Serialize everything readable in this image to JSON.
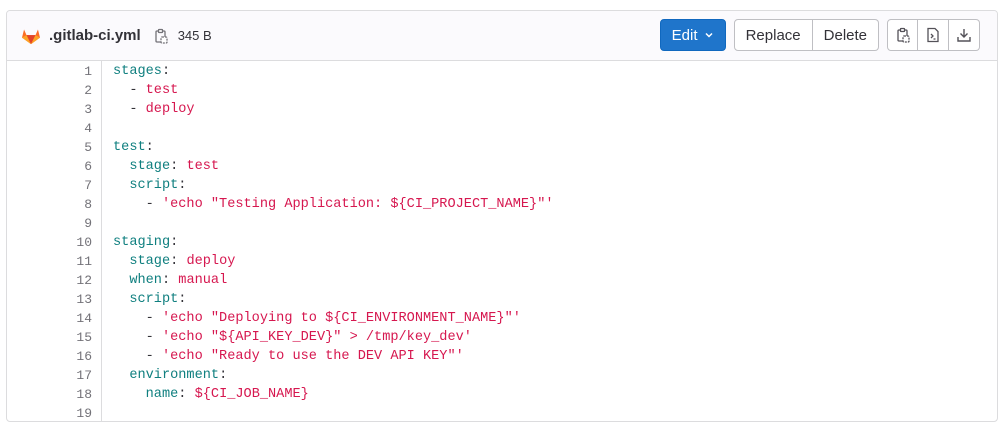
{
  "file": {
    "name": ".gitlab-ci.yml",
    "size": "345 B",
    "logo_icon": "gitlab-tanuki-icon"
  },
  "actions": {
    "edit_label": "Edit",
    "replace_label": "Replace",
    "delete_label": "Delete"
  },
  "colors": {
    "primary": "#1f75cb",
    "key": "#0f7f7f",
    "value": "#d6174f"
  },
  "lines": [
    {
      "num": "1",
      "pre": "",
      "key": "stages",
      "sep": ":",
      "val": ""
    },
    {
      "num": "2",
      "pre": "  - ",
      "key": "",
      "sep": "",
      "val": "test"
    },
    {
      "num": "3",
      "pre": "  - ",
      "key": "",
      "sep": "",
      "val": "deploy"
    },
    {
      "num": "4",
      "pre": "",
      "key": "",
      "sep": "",
      "val": ""
    },
    {
      "num": "5",
      "pre": "",
      "key": "test",
      "sep": ":",
      "val": ""
    },
    {
      "num": "6",
      "pre": "  ",
      "key": "stage",
      "sep": ": ",
      "val": "test"
    },
    {
      "num": "7",
      "pre": "  ",
      "key": "script",
      "sep": ":",
      "val": ""
    },
    {
      "num": "8",
      "pre": "    - ",
      "key": "",
      "sep": "",
      "val": "'echo \"Testing Application: ${CI_PROJECT_NAME}\"'"
    },
    {
      "num": "9",
      "pre": "",
      "key": "",
      "sep": "",
      "val": ""
    },
    {
      "num": "10",
      "pre": "",
      "key": "staging",
      "sep": ":",
      "val": ""
    },
    {
      "num": "11",
      "pre": "  ",
      "key": "stage",
      "sep": ": ",
      "val": "deploy"
    },
    {
      "num": "12",
      "pre": "  ",
      "key": "when",
      "sep": ": ",
      "val": "manual"
    },
    {
      "num": "13",
      "pre": "  ",
      "key": "script",
      "sep": ":",
      "val": ""
    },
    {
      "num": "14",
      "pre": "    - ",
      "key": "",
      "sep": "",
      "val": "'echo \"Deploying to ${CI_ENVIRONMENT_NAME}\"'"
    },
    {
      "num": "15",
      "pre": "    - ",
      "key": "",
      "sep": "",
      "val": "'echo \"${API_KEY_DEV}\" > /tmp/key_dev'"
    },
    {
      "num": "16",
      "pre": "    - ",
      "key": "",
      "sep": "",
      "val": "'echo \"Ready to use the DEV API KEY\"'"
    },
    {
      "num": "17",
      "pre": "  ",
      "key": "environment",
      "sep": ":",
      "val": ""
    },
    {
      "num": "18",
      "pre": "    ",
      "key": "name",
      "sep": ": ",
      "val": "${CI_JOB_NAME}"
    },
    {
      "num": "19",
      "pre": "",
      "key": "",
      "sep": "",
      "val": ""
    }
  ]
}
